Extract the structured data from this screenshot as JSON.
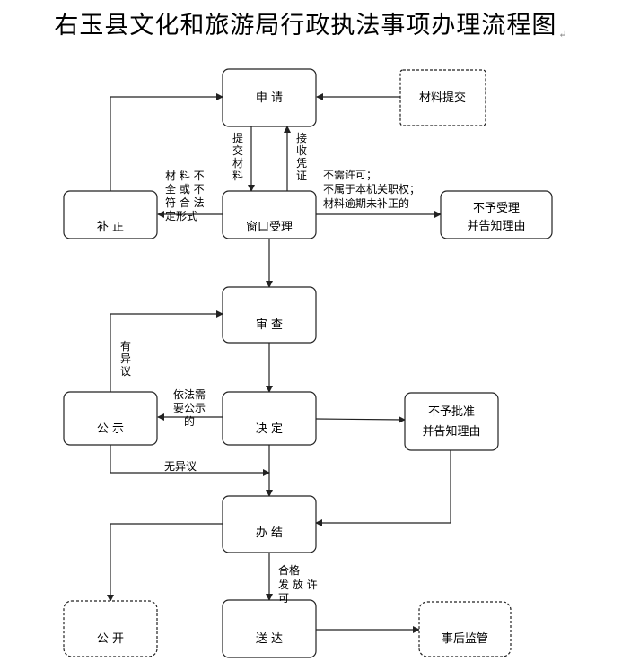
{
  "title": "右玉县文化和旅游局行政执法事项办理流程图",
  "title_mark": "↵",
  "nodes": {
    "apply": "申  请",
    "materials_submit": "材料提交",
    "correct": "补  正",
    "window_accept": "窗口受理",
    "reject_accept": [
      "不予受理",
      "并告知理由"
    ],
    "review": "审  查",
    "publicize": "公  示",
    "decide": "决  定",
    "reject_approve": [
      "不予批准",
      "并告知理由"
    ],
    "complete": "办  结",
    "make_public": "公  开",
    "deliver": "送  达",
    "post_supervision": "事后监管"
  },
  "edges": {
    "submit_materials": [
      "提",
      "交",
      "材",
      "料"
    ],
    "receive_voucher": [
      "接",
      "收",
      "凭",
      "证"
    ],
    "incomplete": [
      "材 料 不",
      "全 或 不",
      "符 合 法",
      "定形式"
    ],
    "no_accept_cond": [
      "不需许可；",
      "不属于本机关职权；",
      "材料逾期未补正的"
    ],
    "objection": [
      "有",
      "异",
      "议"
    ],
    "need_public": [
      "依法需",
      "要公示",
      "的"
    ],
    "no_objection": "无异议",
    "qualified": [
      "合格",
      "发 放 许",
      "可"
    ]
  }
}
